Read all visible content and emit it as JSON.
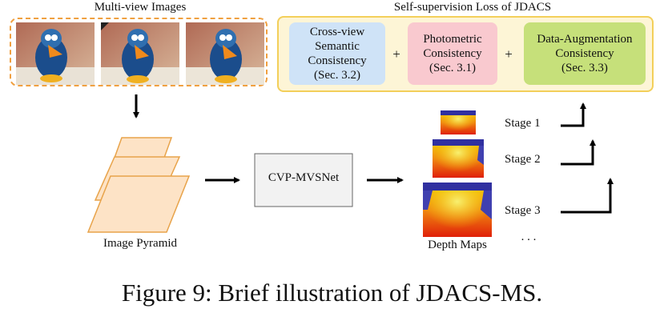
{
  "multiview": {
    "title": "Multi-view Images"
  },
  "pyramid": {
    "label": "Image Pyramid"
  },
  "network": {
    "label": "CVP-MVSNet"
  },
  "depth": {
    "label": "Depth Maps",
    "ellipsis": ". . ."
  },
  "stages": [
    "Stage 1",
    "Stage 2",
    "Stage 3"
  ],
  "loss": {
    "title": "Self-supervision Loss of JDACS",
    "terms": [
      {
        "label": "Cross-view\nSemantic\nConsistency\n(Sec. 3.2)",
        "color": "#cfe3f7"
      },
      {
        "label": "Photometric\nConsistency\n(Sec. 3.1)",
        "color": "#f9c9cf"
      },
      {
        "label": "Data-Augmentation\nConsistency\n(Sec. 3.3)",
        "color": "#c6e07a"
      }
    ],
    "operator": "+"
  },
  "caption": "Figure 9: Brief illustration of JDACS-MS.",
  "colors": {
    "frame": "#f0a040",
    "loss_bg": "#fdf5d6",
    "loss_border": "#f3cf5a",
    "pyramid_fill": "#fde3c6",
    "pyramid_stroke": "#e8a34a"
  }
}
